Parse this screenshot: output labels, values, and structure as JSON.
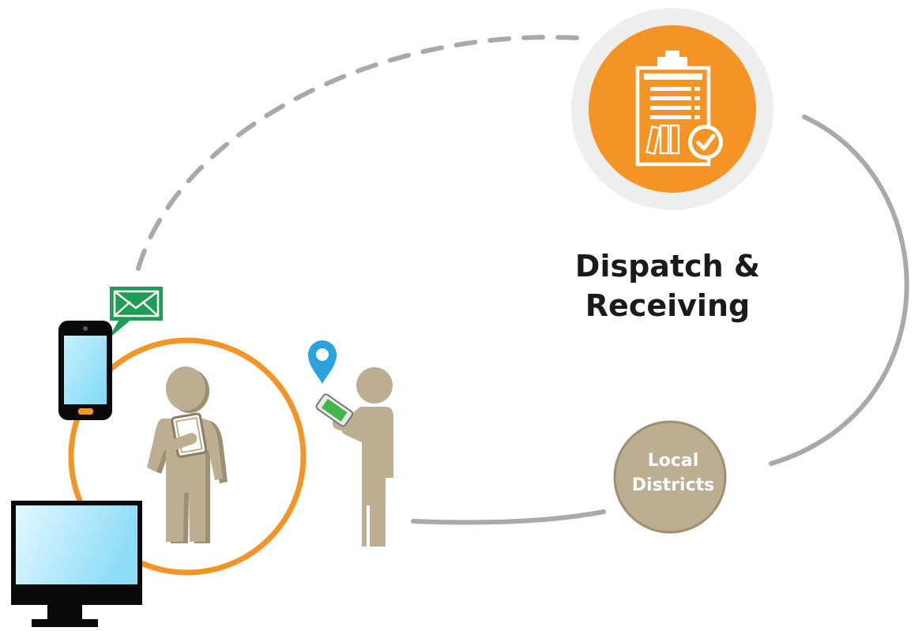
{
  "dispatch": {
    "line1": "Dispatch &",
    "line2": "Receiving"
  },
  "districts": {
    "line1": "Local",
    "line2": "Districts"
  },
  "colors": {
    "orange": "#f39425",
    "halo": "#eeeeee",
    "tan": "#bcae93",
    "tan_dark": "#9e8e72",
    "connector": "#a9a9ab",
    "dashed": "#a9a9ab",
    "green": "#1f9d55",
    "pin_blue": "#2aa3dc",
    "screen_blue": "#9ee4fb",
    "device_black": "#0a0a0a"
  },
  "icons": {
    "clipboard": "clipboard-check-icon",
    "envelope": "envelope-icon",
    "pin": "location-pin-icon",
    "phone": "smartphone-icon",
    "monitor": "desktop-monitor-icon"
  }
}
